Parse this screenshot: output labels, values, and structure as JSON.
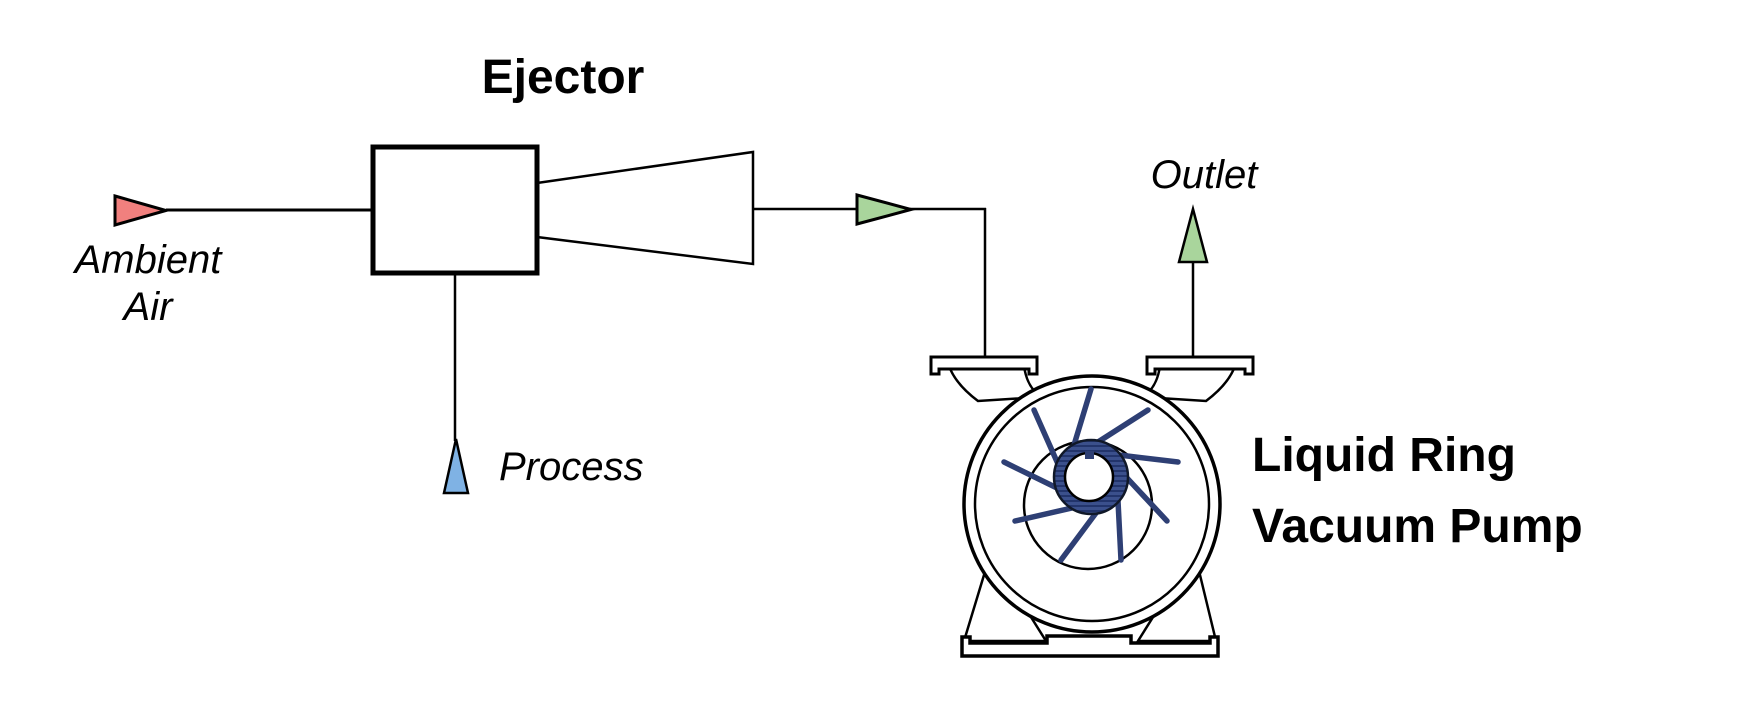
{
  "labels": {
    "ejector_title": "Ejector",
    "ambient_air_line1": "Ambient",
    "ambient_air_line2": "Air",
    "process": "Process",
    "outlet": "Outlet",
    "pump_title_line1": "Liquid Ring",
    "pump_title_line2": "Vacuum Pump"
  },
  "colors": {
    "ambient_air_arrow": "#f1807e",
    "process_arrow": "#7fb2e4",
    "flow_arrow_green": "#a9d59c",
    "impeller": "#2e3f74",
    "outline": "#000000"
  }
}
